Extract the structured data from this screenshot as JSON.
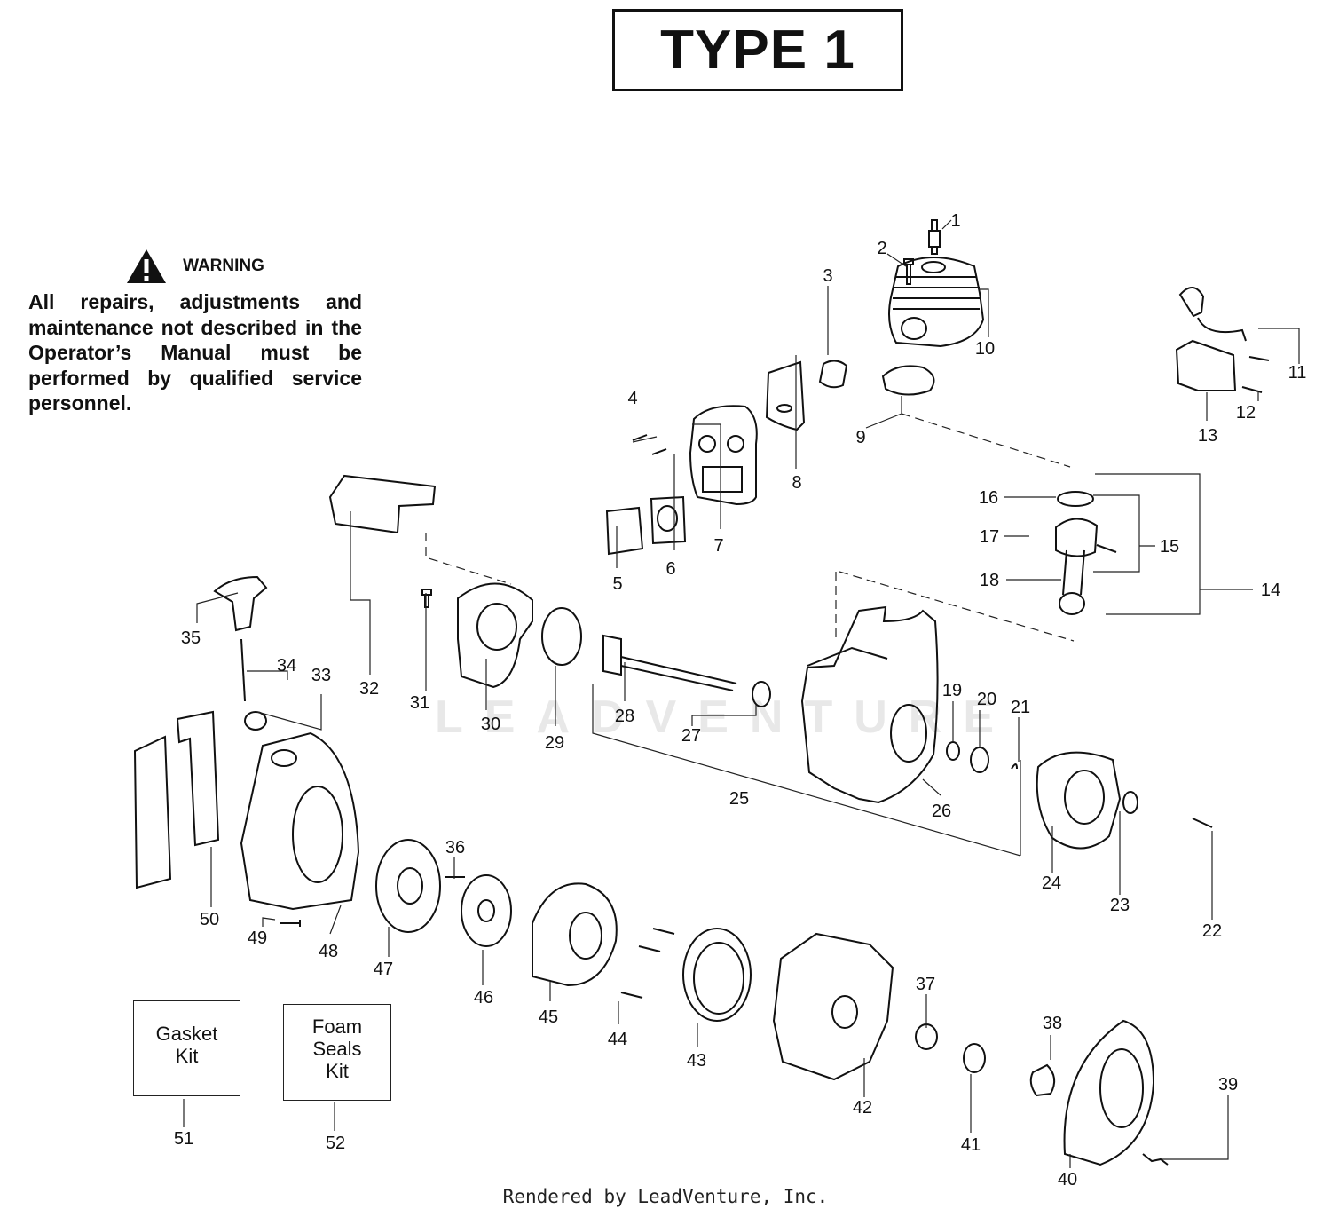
{
  "title": "TYPE 1",
  "warning": {
    "heading": "WARNING",
    "text": "All repairs, adjustments and maintenance not described in the Operator’s Manual must be performed by qualified service personnel."
  },
  "kits": [
    {
      "label": "Gasket\nKit",
      "number": "51"
    },
    {
      "label": "Foam\nSeals\nKit",
      "number": "52"
    }
  ],
  "callouts": [
    "1",
    "2",
    "3",
    "4",
    "5",
    "6",
    "7",
    "8",
    "9",
    "10",
    "11",
    "12",
    "13",
    "14",
    "15",
    "16",
    "17",
    "18",
    "19",
    "20",
    "21",
    "22",
    "23",
    "24",
    "25",
    "26",
    "27",
    "28",
    "29",
    "30",
    "31",
    "32",
    "33",
    "34",
    "35",
    "36",
    "37",
    "38",
    "39",
    "40",
    "41",
    "42",
    "43",
    "44",
    "45",
    "46",
    "47",
    "48",
    "49",
    "50",
    "51",
    "52"
  ],
  "footer": "Rendered by LeadVenture, Inc.",
  "watermark": "LEADVENTURE"
}
